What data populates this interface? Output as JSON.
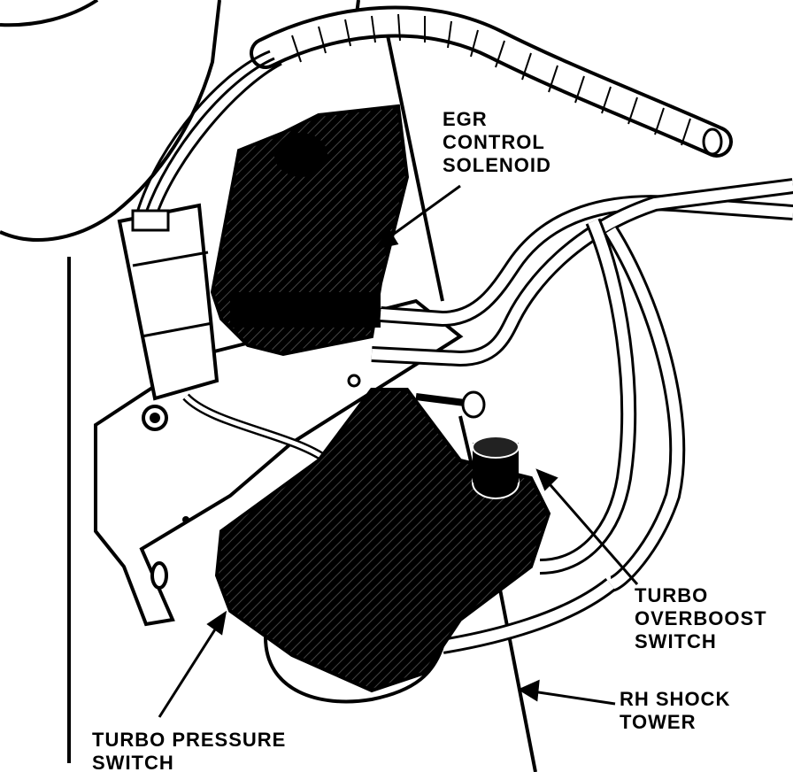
{
  "diagram": {
    "labels": {
      "egr_control_solenoid": "EGR\nCONTROL\nSOLENOID",
      "turbo_overboost_switch": "TURBO\nOVERBOOST\nSWITCH",
      "rh_shock_tower": "RH SHOCK\nTOWER",
      "turbo_pressure_switch": "TURBO PRESSURE\nSWITCH"
    },
    "colors": {
      "ink": "#000000",
      "paper": "#ffffff"
    }
  }
}
